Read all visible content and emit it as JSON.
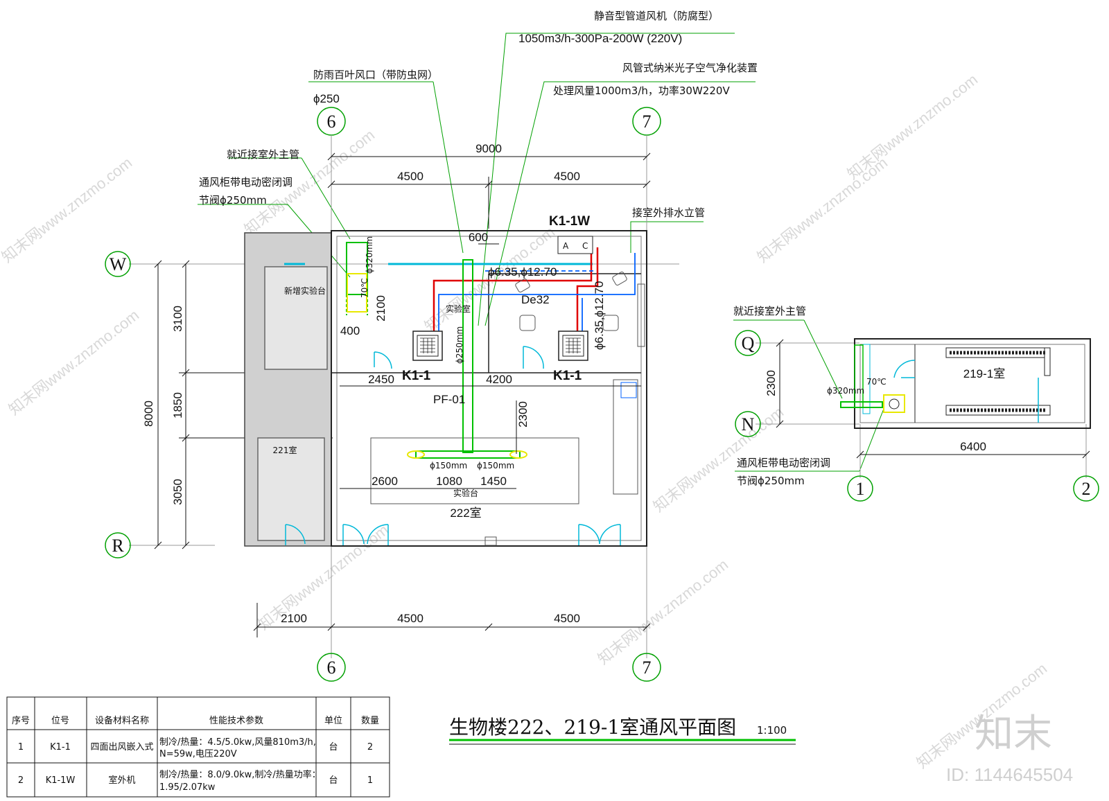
{
  "annotations": {
    "fan_title": "静音型管道风机（防腐型）",
    "fan_spec": "1050m3/h-300Pa-200W (220V)",
    "louver_title": "防雨百叶风口（带防虫网）",
    "louver_size": "ϕ250",
    "purifier_title": "风管式纳米光子空气净化装置",
    "purifier_spec": "处理风量1000m3/h，功率30W220V",
    "connect_main": "就近接室外主管",
    "damper_line1": "通风柜带电动密闭调",
    "damper_line2": "节阀ϕ250mm",
    "drain": "接室外排水立管",
    "outdoor_unit": "K1-1W",
    "unit_a": "K1-1",
    "unit_b": "K1-1",
    "pipe_size": "ϕ6.35,ϕ12.70",
    "pipe_size_v": "ϕ6.35,ϕ12.70",
    "drain_size": "De32",
    "duct_v": "ϕ320mm",
    "duct_main": "ϕ250mm",
    "fire_temp": "70℃",
    "pf": "PF-01",
    "branch_a": "ϕ150mm",
    "branch_b": "ϕ150mm",
    "room_lab": "实验室",
    "room_new": "新增实验台",
    "room_222": "222室",
    "room_221": "221室",
    "bench": "实验台",
    "room_219": "219-1室",
    "duct_v2": "ϕ320mm",
    "fire_temp2": "70℃",
    "connect_main2": "就近接室外主管",
    "damper2_line1": "通风柜带电动密闭调",
    "damper2_line2": "节阀ϕ250mm"
  },
  "dimensions": {
    "top_total": "9000",
    "top_left": "4500",
    "top_right": "4500",
    "d600": "600",
    "d400": "400",
    "d2100v": "2100",
    "d2450": "2450",
    "d4200": "4200",
    "d2300": "2300",
    "d2600": "2600",
    "d1080": "1080",
    "d1450": "1450",
    "left_total": "8000",
    "left_3100": "3100",
    "left_1850": "1850",
    "left_3050": "3050",
    "bot_2100": "2100",
    "bot_4500a": "4500",
    "bot_4500b": "4500",
    "r_2300": "2300",
    "r_6400": "6400"
  },
  "axes": {
    "a6": "6",
    "a7": "7",
    "aW": "W",
    "aR": "R",
    "a6b": "6",
    "a7b": "7",
    "aQ": "Q",
    "aN": "N",
    "a1": "1",
    "a2": "2"
  },
  "table": {
    "headers": [
      "序号",
      "位号",
      "设备材料名称",
      "性能技术参数",
      "单位",
      "数量"
    ],
    "rows": [
      [
        "1",
        "K1-1",
        "四面出风嵌入式",
        "制冷/热量：4.5/5.0kw,风量810m3/h,",
        "N=59w,电压220V",
        "台",
        "2"
      ],
      [
        "2",
        "K1-1W",
        "室外机",
        "制冷/热量：8.0/9.0kw,制冷/热量功率：",
        "1.95/2.07kw",
        "台",
        "1"
      ]
    ]
  },
  "title": {
    "main": "生物楼222、219-1室通风平面图",
    "scale": "1:100"
  },
  "watermark": {
    "text": "知末网www.znzmo.com",
    "brand": "知末",
    "id": "ID: 1144645504"
  },
  "colors": {
    "duct_green": "#00c000",
    "refrigerant_red": "#e00000",
    "water_blue": "#0060ff",
    "cyan": "#00b8d8",
    "yellow": "#e8e800",
    "leader_green": "#00a000"
  }
}
